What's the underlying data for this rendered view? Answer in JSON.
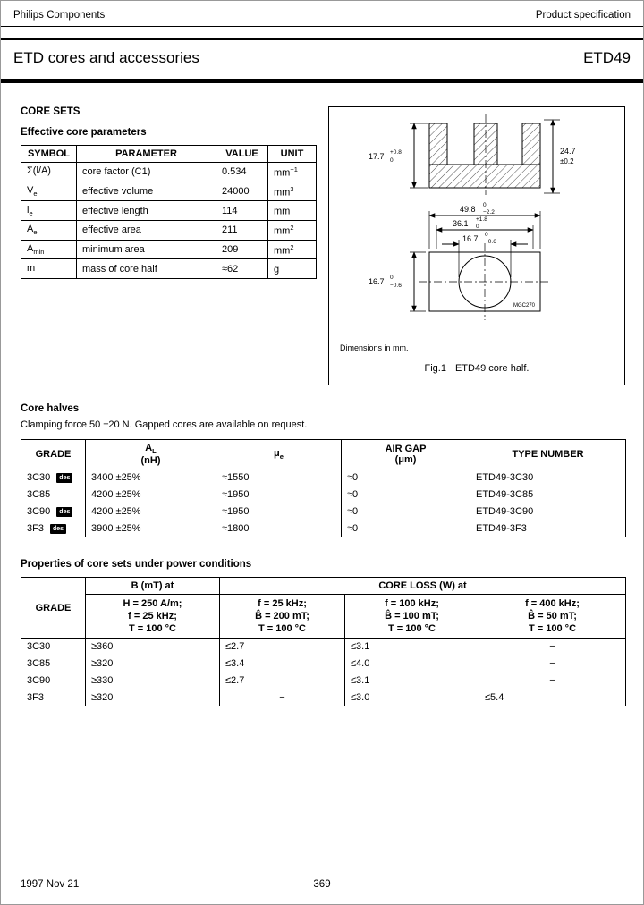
{
  "page": {
    "header_left": "Philips Components",
    "header_right": "Product specification",
    "title": "ETD cores and accessories",
    "product": "ETD49",
    "footer_date": "1997 Nov 21",
    "footer_page": "369"
  },
  "core_sets": {
    "heading": "CORE SETS",
    "subheading": "Effective core parameters",
    "table": {
      "headers": [
        "SYMBOL",
        "PARAMETER",
        "VALUE",
        "UNIT"
      ],
      "rows": [
        {
          "sym": "Σ(l/A)",
          "sub": "",
          "param": "core factor (C1)",
          "value": "0.534",
          "unit": "mm",
          "sup": "−1"
        },
        {
          "sym": "V",
          "sub": "e",
          "param": "effective volume",
          "value": "24000",
          "unit": "mm",
          "sup": "3"
        },
        {
          "sym": "l",
          "sub": "e",
          "param": "effective length",
          "value": "114",
          "unit": "mm",
          "sup": ""
        },
        {
          "sym": "A",
          "sub": "e",
          "param": "effective area",
          "value": "211",
          "unit": "mm",
          "sup": "2"
        },
        {
          "sym": "A",
          "sub": "min",
          "param": "minimum area",
          "value": "209",
          "unit": "mm",
          "sup": "2"
        },
        {
          "sym": "m",
          "sub": "",
          "param": "mass of core half",
          "value": "≈62",
          "unit": "g",
          "sup": ""
        }
      ]
    }
  },
  "figure": {
    "dims": {
      "height_val": "17.7",
      "height_tol_top": "+0.8",
      "height_tol_bot": "0",
      "depth_val": "24.7",
      "depth_tol": "±0.2",
      "outer_val": "49.8",
      "outer_tol_top": "0",
      "outer_tol_bot": "−2.2",
      "inner_val": "36.1",
      "inner_tol_top": "+1.8",
      "inner_tol_bot": "0",
      "pole_val": "16.7",
      "pole_tol_top": "0",
      "pole_tol_bot": "−0.6",
      "plate_val": "16.7",
      "plate_tol_top": "0",
      "plate_tol_bot": "−0.6",
      "code": "MGC270"
    },
    "note": "Dimensions in mm.",
    "caption_label": "Fig.1",
    "caption_text": "ETD49 core half."
  },
  "core_halves": {
    "heading": "Core halves",
    "note": "Clamping force 50 ±20 N. Gapped cores are available on request.",
    "table": {
      "h_grade": "GRADE",
      "h_al_base": "A",
      "h_al_sub": "L",
      "h_al_unit": "(nH)",
      "h_mu_base": "μ",
      "h_mu_sub": "e",
      "h_gap_1": "AIR GAP",
      "h_gap_2": "(μm)",
      "h_type": "TYPE NUMBER",
      "badge": "des",
      "rows": [
        {
          "grade": "3C30",
          "badge": true,
          "al": "3400 ±25%",
          "mu": "≈1550",
          "gap": "≈0",
          "type": "ETD49-3C30"
        },
        {
          "grade": "3C85",
          "badge": false,
          "al": "4200 ±25%",
          "mu": "≈1950",
          "gap": "≈0",
          "type": "ETD49-3C85"
        },
        {
          "grade": "3C90",
          "badge": true,
          "al": "4200 ±25%",
          "mu": "≈1950",
          "gap": "≈0",
          "type": "ETD49-3C90"
        },
        {
          "grade": "3F3",
          "badge": true,
          "al": "3900 ±25%",
          "mu": "≈1800",
          "gap": "≈0",
          "type": "ETD49-3F3"
        }
      ]
    }
  },
  "power": {
    "heading": "Properties of core sets under power conditions",
    "table": {
      "h_grade": "GRADE",
      "h_b": "B (mT) at",
      "h_b_lines": [
        "H = 250 A/m;",
        "f = 25 kHz;",
        "T = 100 °C"
      ],
      "h_loss": "CORE LOSS (W) at",
      "h_loss_cols": [
        [
          "f = 25 kHz;",
          "B̂ = 200 mT;",
          "T = 100 °C"
        ],
        [
          "f = 100 kHz;",
          "B̂ = 100 mT;",
          "T = 100 °C"
        ],
        [
          "f = 400 kHz;",
          "B̂ = 50 mT;",
          "T = 100 °C"
        ]
      ],
      "rows": [
        {
          "grade": "3C30",
          "b": "≥360",
          "l25": "≤2.7",
          "l100": "≤3.1",
          "l400": "−"
        },
        {
          "grade": "3C85",
          "b": "≥320",
          "l25": "≤3.4",
          "l100": "≤4.0",
          "l400": "−"
        },
        {
          "grade": "3C90",
          "b": "≥330",
          "l25": "≤2.7",
          "l100": "≤3.1",
          "l400": "−"
        },
        {
          "grade": "3F3",
          "b": "≥320",
          "l25": "−",
          "l100": "≤3.0",
          "l400": "≤5.4"
        }
      ]
    }
  }
}
